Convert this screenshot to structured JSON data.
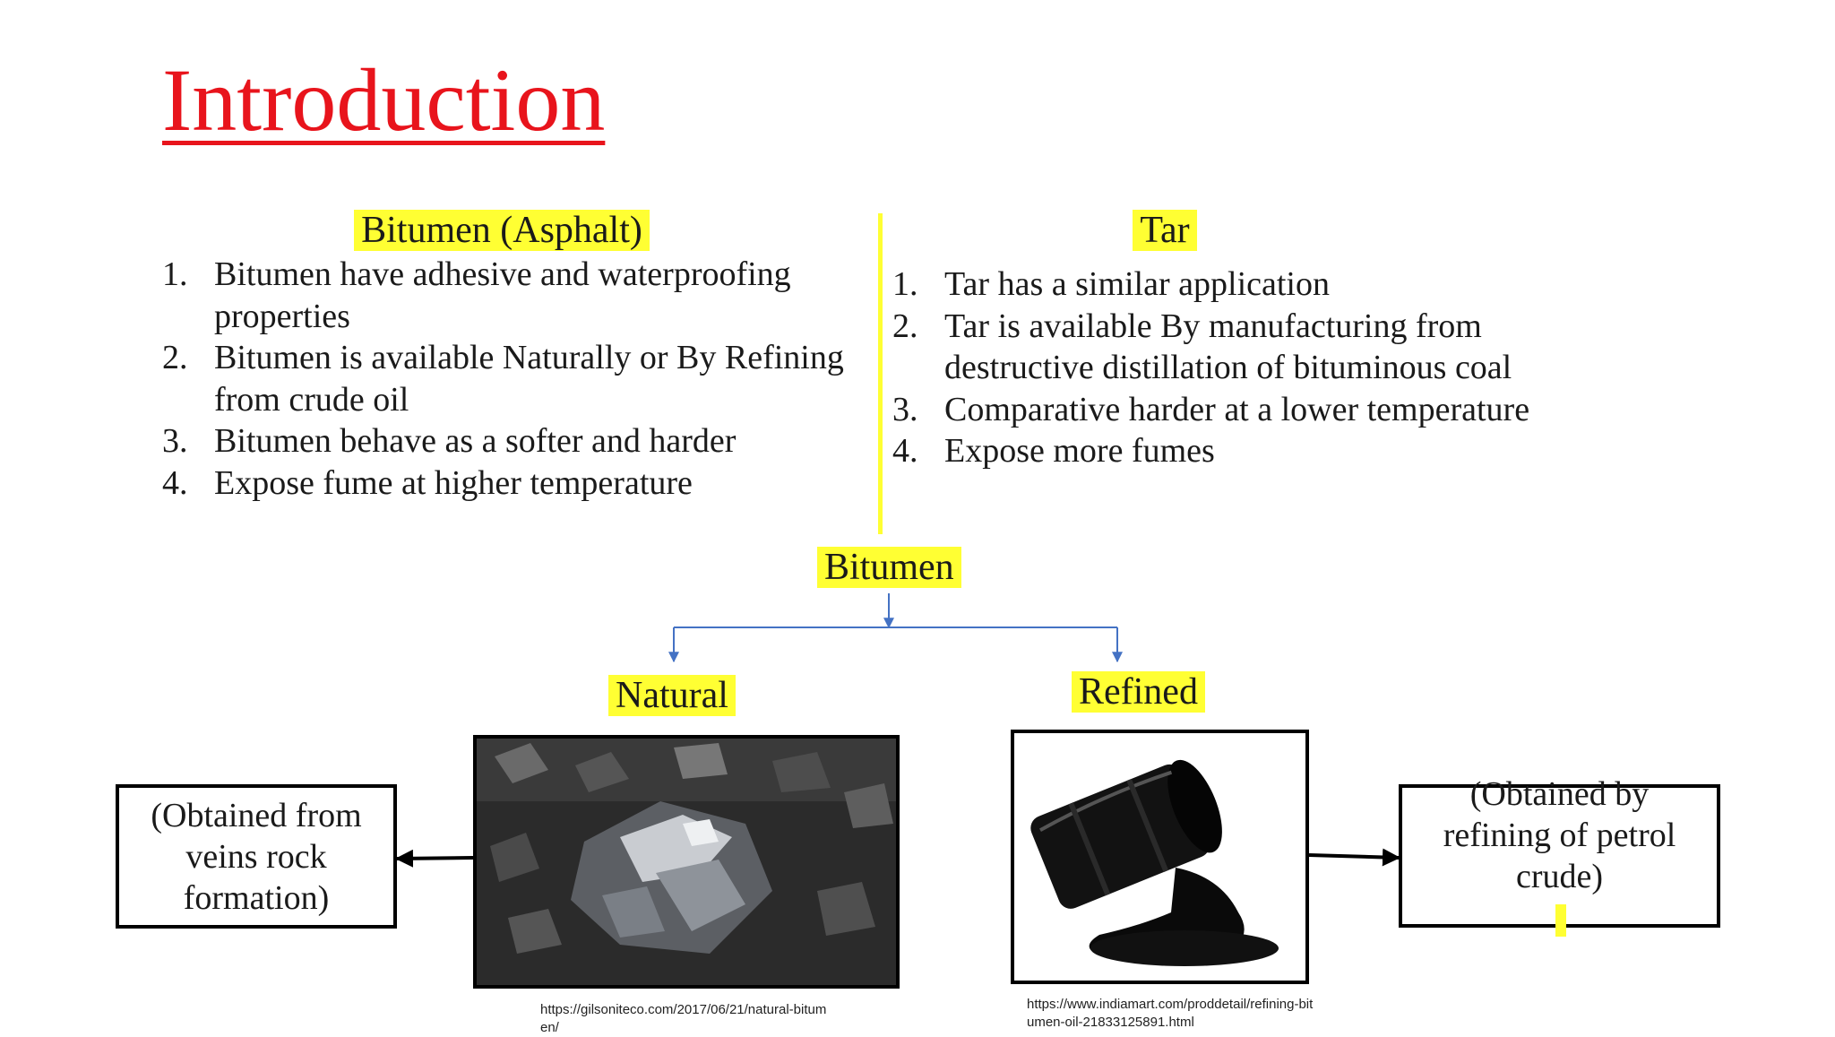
{
  "slide": {
    "title": "Introduction",
    "bitumen": {
      "heading": "Bitumen (Asphalt)",
      "points": [
        {
          "num": "1.",
          "text": "Bitumen have adhesive and waterproofing properties"
        },
        {
          "num": "2.",
          "text": "Bitumen is available Naturally or By Refining from crude oil"
        },
        {
          "num": "3.",
          "text": "Bitumen behave as a softer and harder"
        },
        {
          "num": "4.",
          "text": "Expose fume at higher temperature"
        }
      ]
    },
    "tar": {
      "heading": "Tar",
      "points": [
        {
          "num": "1.",
          "text": "Tar has a similar application"
        },
        {
          "num": "2.",
          "text": "Tar is available By manufacturing from destructive distillation of bituminous coal"
        },
        {
          "num": "3.",
          "text": "Comparative harder at a lower temperature"
        },
        {
          "num": "4.",
          "text": "Expose more fumes"
        }
      ]
    },
    "diagram": {
      "root": "Bitumen",
      "natural": "Natural",
      "refined": "Refined",
      "natural_note": [
        "(Obtained from",
        "veins rock",
        "formation)"
      ],
      "refined_note": [
        "(Obtained by",
        "refining of petrol",
        "crude)"
      ],
      "natural_source": "https://gilsoniteco.com/2017/06/21/natural-bitumen/",
      "refined_source": "https://www.indiamart.com/proddetail/refining-bitumen-oil-21833125891.html"
    },
    "colors": {
      "title": "#e8141c",
      "highlight": "#ffff33",
      "arrow": "#4472c4"
    }
  }
}
